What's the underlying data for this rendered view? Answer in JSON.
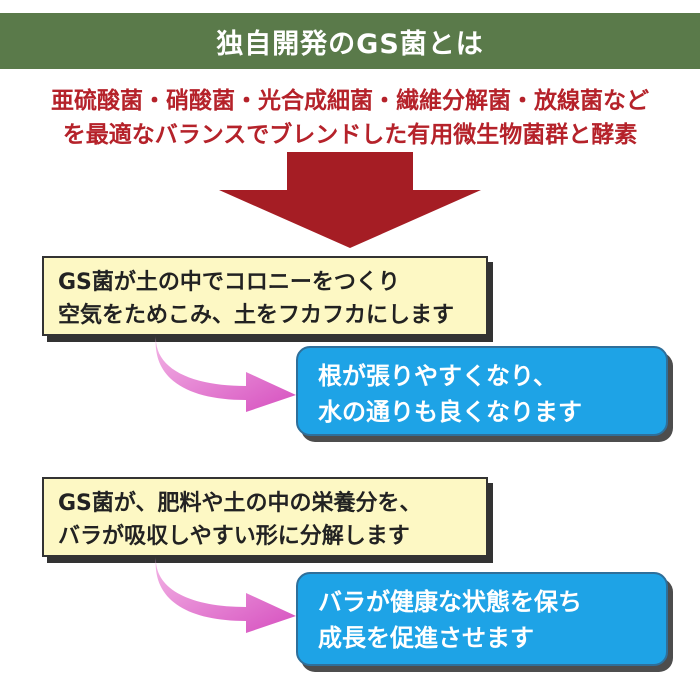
{
  "header": {
    "title": "独自開発のGS菌とは"
  },
  "intro": {
    "line1": "亜硫酸菌・硝酸菌・光合成細菌・繊維分解菌・放線菌など",
    "line2": "を最適なバランスでブレンドした有用微生物菌群と酵素"
  },
  "step1": {
    "cause": {
      "line1": "GS菌が土の中でコロニーをつくり",
      "line2": "空気をためこみ、土をフカフカにします"
    },
    "effect": {
      "line1": "根が張りやすくなり、",
      "line2": "水の通りも良くなります"
    }
  },
  "step2": {
    "cause": {
      "line1": "GS菌が、肥料や土の中の栄養分を、",
      "line2": "バラが吸収しやすい形に分解します"
    },
    "effect": {
      "line1": "バラが健康な状態を保ち",
      "line2": "成長を促進させます"
    }
  },
  "colors": {
    "header_bg": "#5a7a4a",
    "intro_text": "#b5222a",
    "big_arrow": "#a51d24",
    "cause_box_bg": "#fdf8c4",
    "effect_box_bg": "#1ea3e6",
    "curve_arrow": "#e070c8"
  },
  "icons": {
    "big_arrow": "down-arrow-icon",
    "curve_arrow": "curved-right-arrow-icon"
  }
}
